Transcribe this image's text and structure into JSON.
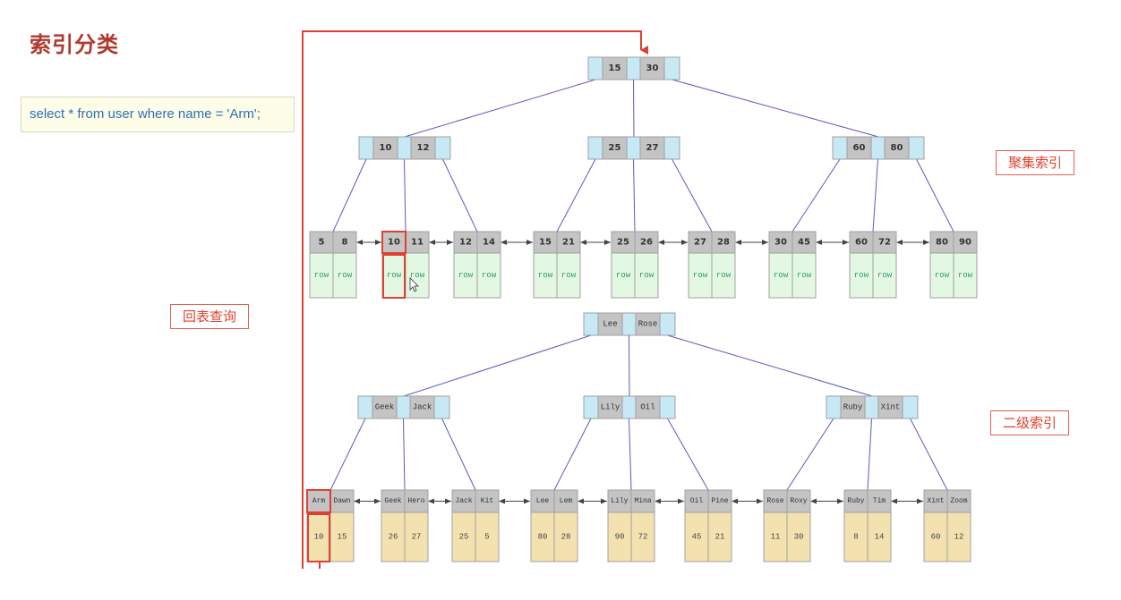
{
  "title": "索引分类",
  "sql": "select * from user where name = 'Arm';",
  "labels": {
    "clustered": "聚集索引",
    "secondary": "二级索引",
    "lookup": "回表查询"
  },
  "colors": {
    "pointer_cell": "#c6e9f5",
    "key_cell": "#c4c4c4",
    "cell_border": "#a0a0a0",
    "cluster_data": "#e3f8e3",
    "cluster_row_text": "#2a9a5a",
    "secondary_data": "#f3e2b0",
    "edge": "#5a5ab8",
    "highlight": "#e0402f",
    "arrow": "#444444"
  },
  "clustered_index": {
    "root": [
      "15",
      "30"
    ],
    "internal": [
      [
        "10",
        "12"
      ],
      [
        "25",
        "27"
      ],
      [
        "60",
        "80"
      ]
    ],
    "leaves": [
      {
        "keys": [
          "5",
          "8"
        ],
        "data": [
          "row",
          "row"
        ]
      },
      {
        "keys": [
          "10",
          "11"
        ],
        "data": [
          "row",
          "row"
        ],
        "highlight": 0
      },
      {
        "keys": [
          "12",
          "14"
        ],
        "data": [
          "row",
          "row"
        ]
      },
      {
        "keys": [
          "15",
          "21"
        ],
        "data": [
          "row",
          "row"
        ]
      },
      {
        "keys": [
          "25",
          "26"
        ],
        "data": [
          "row",
          "row"
        ]
      },
      {
        "keys": [
          "27",
          "28"
        ],
        "data": [
          "row",
          "row"
        ]
      },
      {
        "keys": [
          "30",
          "45"
        ],
        "data": [
          "row",
          "row"
        ]
      },
      {
        "keys": [
          "60",
          "72"
        ],
        "data": [
          "row",
          "row"
        ]
      },
      {
        "keys": [
          "80",
          "90"
        ],
        "data": [
          "row",
          "row"
        ]
      }
    ]
  },
  "secondary_index": {
    "root": [
      "Lee",
      "Rose"
    ],
    "internal": [
      [
        "Geek",
        "Jack"
      ],
      [
        "Lily",
        "Oil"
      ],
      [
        "Ruby",
        "Xint"
      ]
    ],
    "leaves": [
      {
        "keys": [
          "Arm",
          "Dawn"
        ],
        "data": [
          "10",
          "15"
        ],
        "highlight": 0
      },
      {
        "keys": [
          "Geek",
          "Hero"
        ],
        "data": [
          "26",
          "27"
        ]
      },
      {
        "keys": [
          "Jack",
          "Kit"
        ],
        "data": [
          "25",
          "5"
        ]
      },
      {
        "keys": [
          "Lee",
          "Lem"
        ],
        "data": [
          "80",
          "28"
        ]
      },
      {
        "keys": [
          "Lily",
          "Mina"
        ],
        "data": [
          "90",
          "72"
        ]
      },
      {
        "keys": [
          "Oil",
          "Pine"
        ],
        "data": [
          "45",
          "21"
        ]
      },
      {
        "keys": [
          "Rose",
          "Roxy"
        ],
        "data": [
          "11",
          "30"
        ]
      },
      {
        "keys": [
          "Ruby",
          "Tim"
        ],
        "data": [
          "8",
          "14"
        ]
      },
      {
        "keys": [
          "Xint",
          "Zoom"
        ],
        "data": [
          "60",
          "12"
        ]
      }
    ]
  }
}
